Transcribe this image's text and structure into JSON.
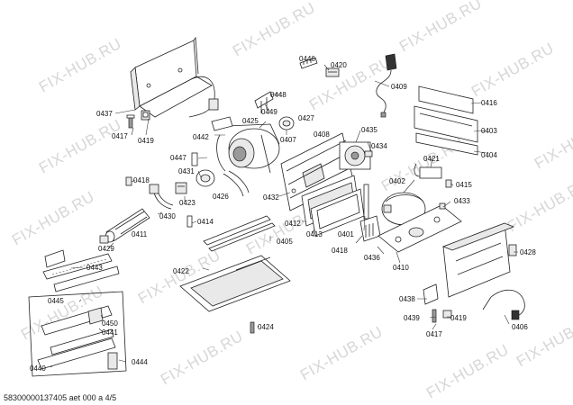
{
  "watermark": {
    "text": "FIX-HUB.RU",
    "color": "#d7d7d7"
  },
  "footer": {
    "text": "58300000137405 aet 000 a 4/5"
  },
  "part_numbers": [
    "0446",
    "0420",
    "0409",
    "0416",
    "0403",
    "0404",
    "0437",
    "0417",
    "0419",
    "0448",
    "0449",
    "0425",
    "0427",
    "0407",
    "0442",
    "0408",
    "0435",
    "0434",
    "0421",
    "0415",
    "0433",
    "0447",
    "0431",
    "0418",
    "0426",
    "0423",
    "0430",
    "0414",
    "0432",
    "0411",
    "0429",
    "0412",
    "0413",
    "0401",
    "0402",
    "0405",
    "0418",
    "0436",
    "0410",
    "0428",
    "0443",
    "0422",
    "0445",
    "0450",
    "0441",
    "0440",
    "0444",
    "0424",
    "0438",
    "0439",
    "0419",
    "0417",
    "0406"
  ]
}
